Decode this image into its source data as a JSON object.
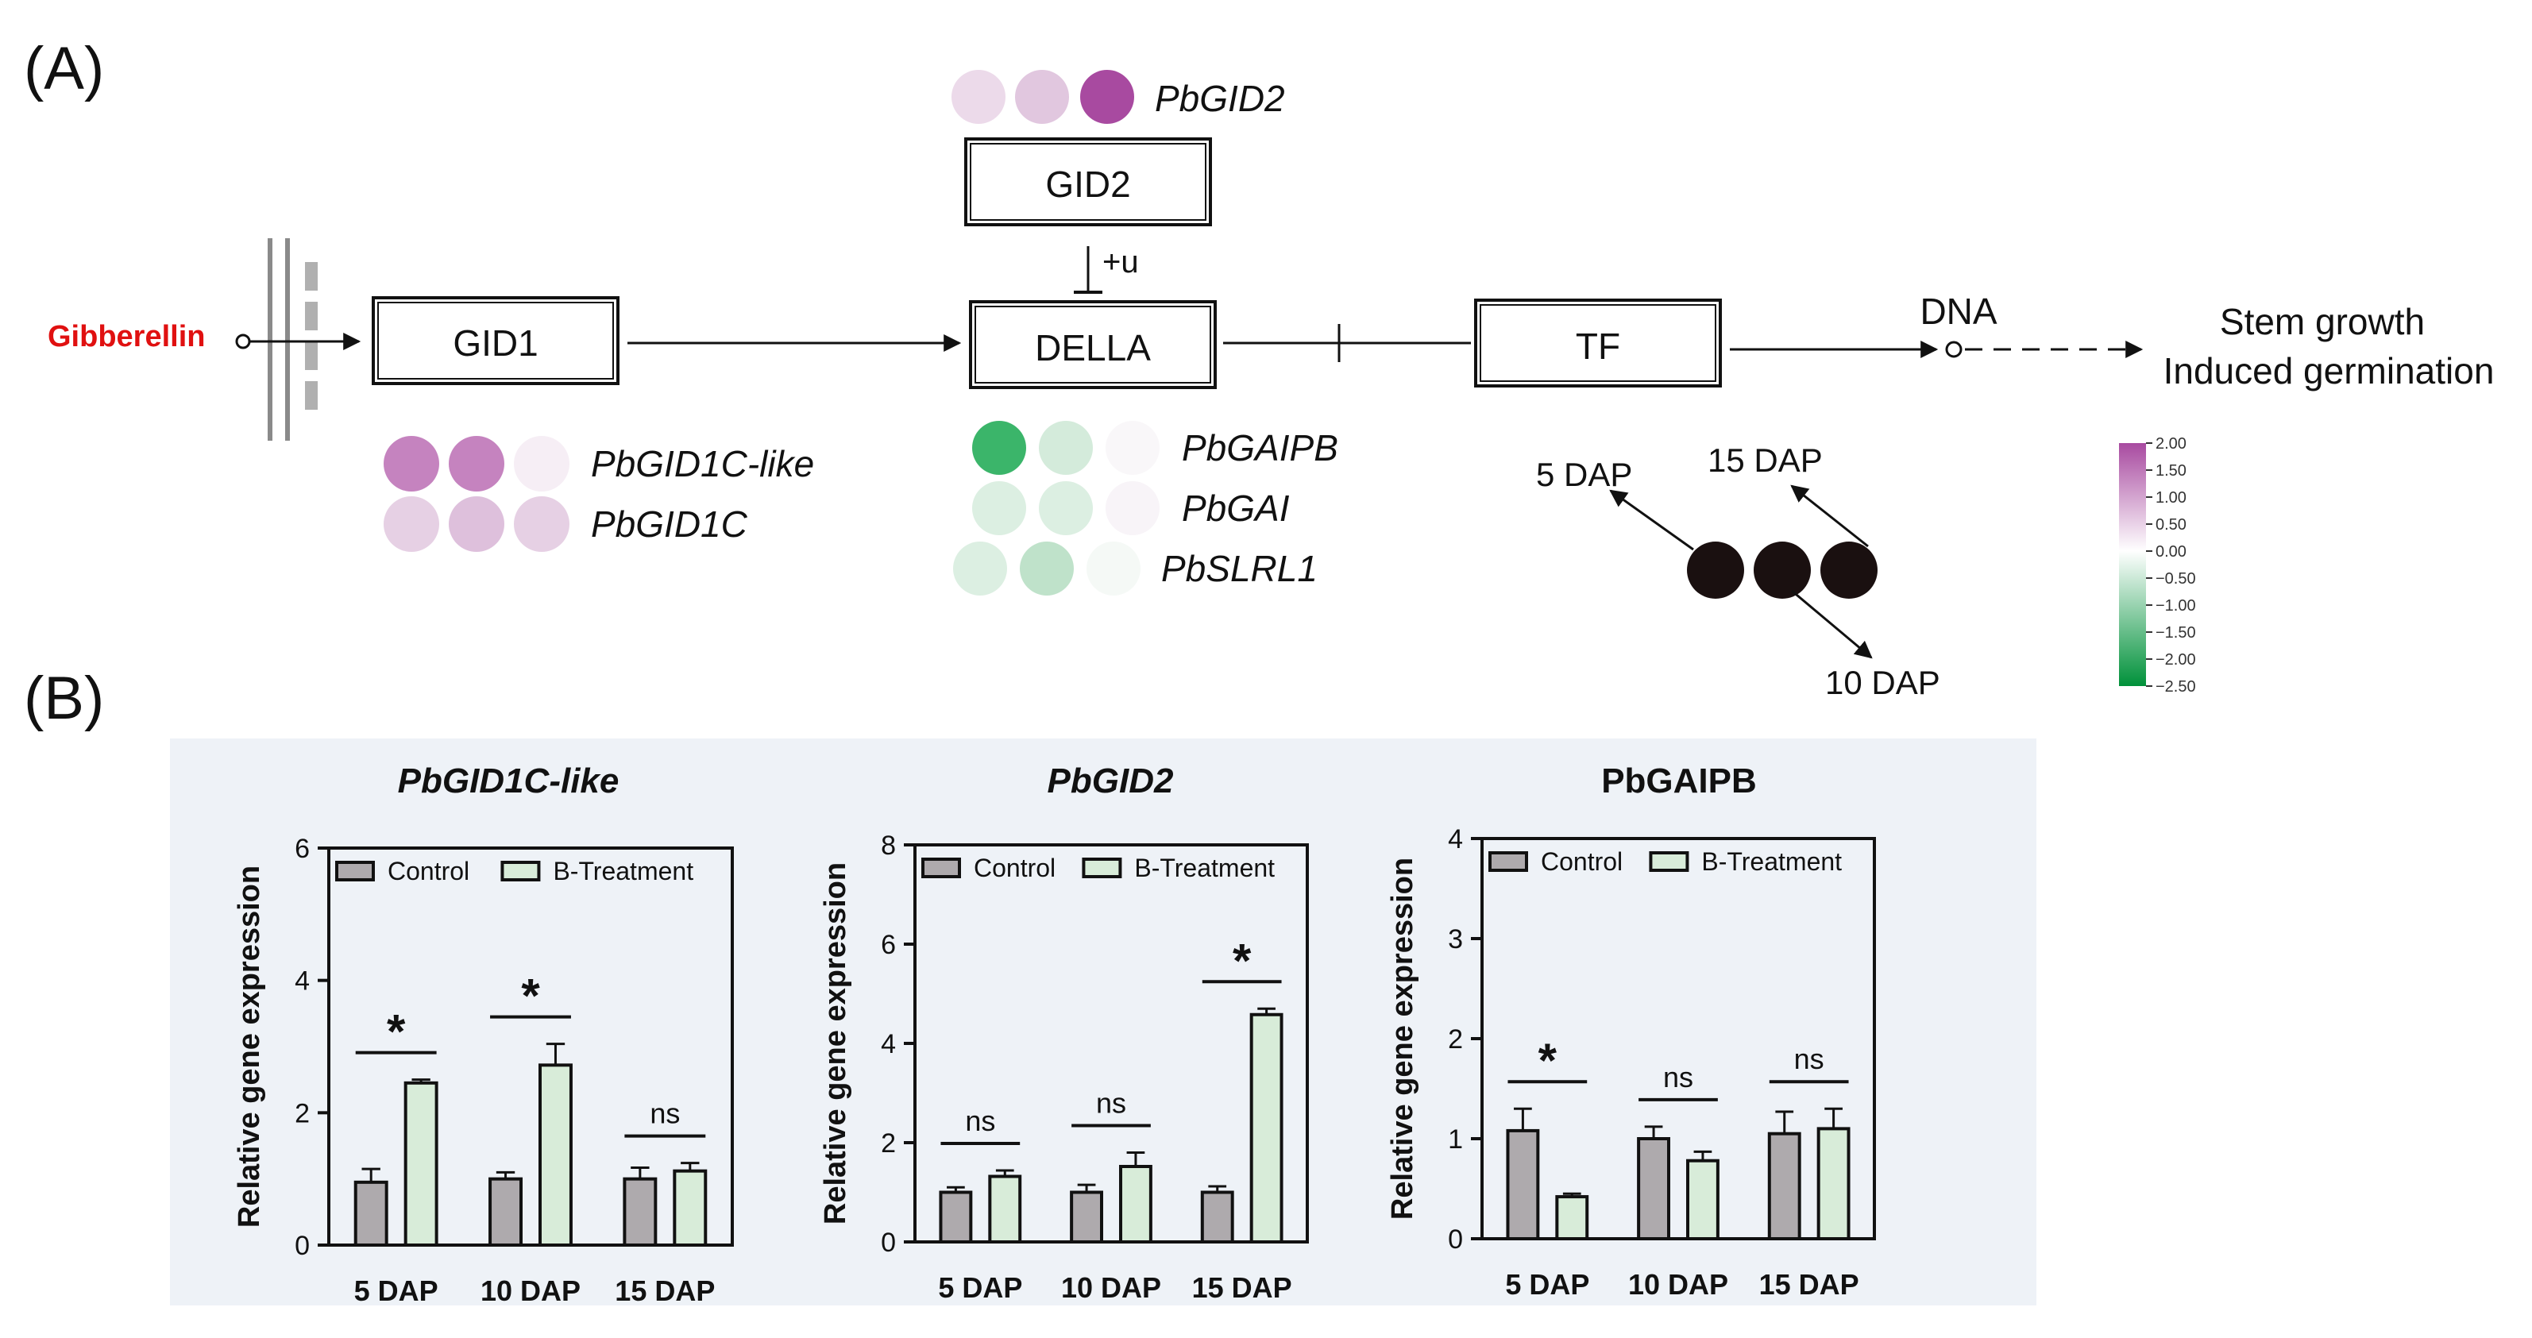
{
  "panel_labels": {
    "a": "(A)",
    "b": "(B)"
  },
  "pathway": {
    "gibberellin": "Gibberellin",
    "gid1": "GID1",
    "gid2": "GID2",
    "della": "DELLA",
    "tf": "TF",
    "plus_u": "+u",
    "dna": "DNA",
    "outcome_line1": "Stem growth",
    "outcome_line2": "Induced germination",
    "gid2_gene": "PbGID2",
    "gid1_genes": [
      "PbGID1C-like",
      "PbGID1C"
    ],
    "della_genes": [
      "PbGAIPB",
      "PbGAI",
      "PbSLRL1"
    ],
    "timepoint_labels": {
      "left": "5 DAP",
      "right": "15 DAP",
      "middle": "10 DAP"
    },
    "heat_colors": {
      "PbGID2": [
        "#ecdaea",
        "#e1c7df",
        "#a84aa0"
      ],
      "PbGID1C-like": [
        "#c583bf",
        "#c583bf",
        "#f6eef5"
      ],
      "PbGID1C": [
        "#e6d0e4",
        "#dec0dc",
        "#e6d0e4"
      ],
      "PbGAIPB": [
        "#3bb56a",
        "#d4ebdb",
        "#f9f7f9"
      ],
      "PbGAI": [
        "#dcefe2",
        "#dcefe2",
        "#f8f4f8"
      ],
      "PbSLRL1": [
        "#dcefe2",
        "#bfe2ca",
        "#f5f9f6"
      ],
      "legend_dots": "#1a1010"
    }
  },
  "colorbar": {
    "ticks": [
      "2.00",
      "1.50",
      "1.00",
      "0.50",
      "0.00",
      "−0.50",
      "−1.00",
      "−1.50",
      "−2.00",
      "−2.50"
    ],
    "top_color": "#a84aa0",
    "mid_color": "#ffffff",
    "bottom_color": "#00913a"
  },
  "colors": {
    "control": "#aeaaad",
    "treatment": "#d8ecd9",
    "panel_bg": "#eef2f7",
    "title_red": "#e01010"
  },
  "chart_data": [
    {
      "type": "bar",
      "title": "PbGID1C-like",
      "ylabel": "Relative gene expression",
      "categories": [
        "5 DAP",
        "10 DAP",
        "15 DAP"
      ],
      "ylim": [
        0,
        6
      ],
      "yticks": [
        "0",
        "2",
        "4",
        "6"
      ],
      "legend": [
        "Control",
        "B-Treatment"
      ],
      "series": [
        {
          "name": "Control",
          "values": [
            0.95,
            1.0,
            1.0
          ],
          "err": [
            0.2,
            0.1,
            0.17
          ]
        },
        {
          "name": "B-Treatment",
          "values": [
            2.45,
            2.72,
            1.12
          ],
          "err": [
            0.05,
            0.32,
            0.12
          ]
        }
      ],
      "significance": [
        "*",
        "*",
        "ns"
      ]
    },
    {
      "type": "bar",
      "title": "PbGID2",
      "ylabel": "Relative gene expression",
      "categories": [
        "5 DAP",
        "10 DAP",
        "15 DAP"
      ],
      "ylim": [
        0,
        8
      ],
      "yticks": [
        "0",
        "2",
        "4",
        "6",
        "8"
      ],
      "legend": [
        "Control",
        "B-Treatment"
      ],
      "series": [
        {
          "name": "Control",
          "values": [
            1.0,
            1.0,
            1.0
          ],
          "err": [
            0.1,
            0.15,
            0.12
          ]
        },
        {
          "name": "B-Treatment",
          "values": [
            1.32,
            1.52,
            4.58
          ],
          "err": [
            0.12,
            0.28,
            0.12
          ]
        }
      ],
      "significance": [
        "ns",
        "ns",
        "*"
      ]
    },
    {
      "type": "bar",
      "title": "PbGAIPB",
      "ylabel": "Relative gene expression",
      "categories": [
        "5 DAP",
        "10 DAP",
        "15 DAP"
      ],
      "ylim": [
        0,
        4
      ],
      "yticks": [
        "0",
        "1",
        "2",
        "3",
        "4"
      ],
      "legend": [
        "Control",
        "B-Treatment"
      ],
      "series": [
        {
          "name": "Control",
          "values": [
            1.08,
            1.0,
            1.05
          ],
          "err": [
            0.22,
            0.12,
            0.22
          ]
        },
        {
          "name": "B-Treatment",
          "values": [
            0.42,
            0.78,
            1.1
          ],
          "err": [
            0.03,
            0.09,
            0.2
          ]
        }
      ],
      "significance": [
        "*",
        "ns",
        "ns"
      ]
    }
  ]
}
